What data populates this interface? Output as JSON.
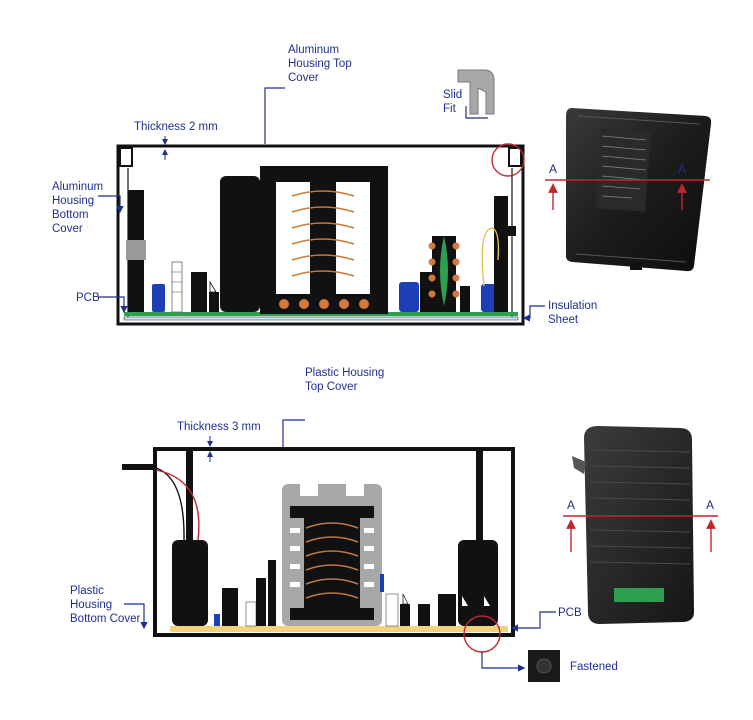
{
  "top_diagram": {
    "top_cover_label": [
      "Aluminum",
      "Housing Top",
      "Cover"
    ],
    "thickness_label": "Thickness 2 mm",
    "bottom_cover_label": [
      "Aluminum",
      "Housing",
      "Bottom",
      "Cover"
    ],
    "pcb_label": "PCB",
    "insulation_label": [
      "Insulation",
      "Sheet"
    ],
    "slid_fit_label": [
      "Slid",
      "Fit"
    ],
    "section_marker_left": "A",
    "section_marker_right": "A"
  },
  "bottom_diagram": {
    "top_cover_label": [
      "Plastic  Housing",
      "Top Cover"
    ],
    "thickness_label": "Thickness 3 mm",
    "bottom_cover_label": [
      "Plastic",
      "Housing",
      "Bottom Cover"
    ],
    "pcb_label": "PCB",
    "fastened_label": "Fastened",
    "section_marker_left": "A",
    "section_marker_right": "A"
  },
  "colors": {
    "label": "#1f2f8f",
    "section_line": "#c0262d",
    "pcb_green": "#2e9e4f",
    "pcb_yellow": "#f2d27a",
    "coil": "#c87a3a",
    "capacitor_blue": "#1c3fb5"
  }
}
